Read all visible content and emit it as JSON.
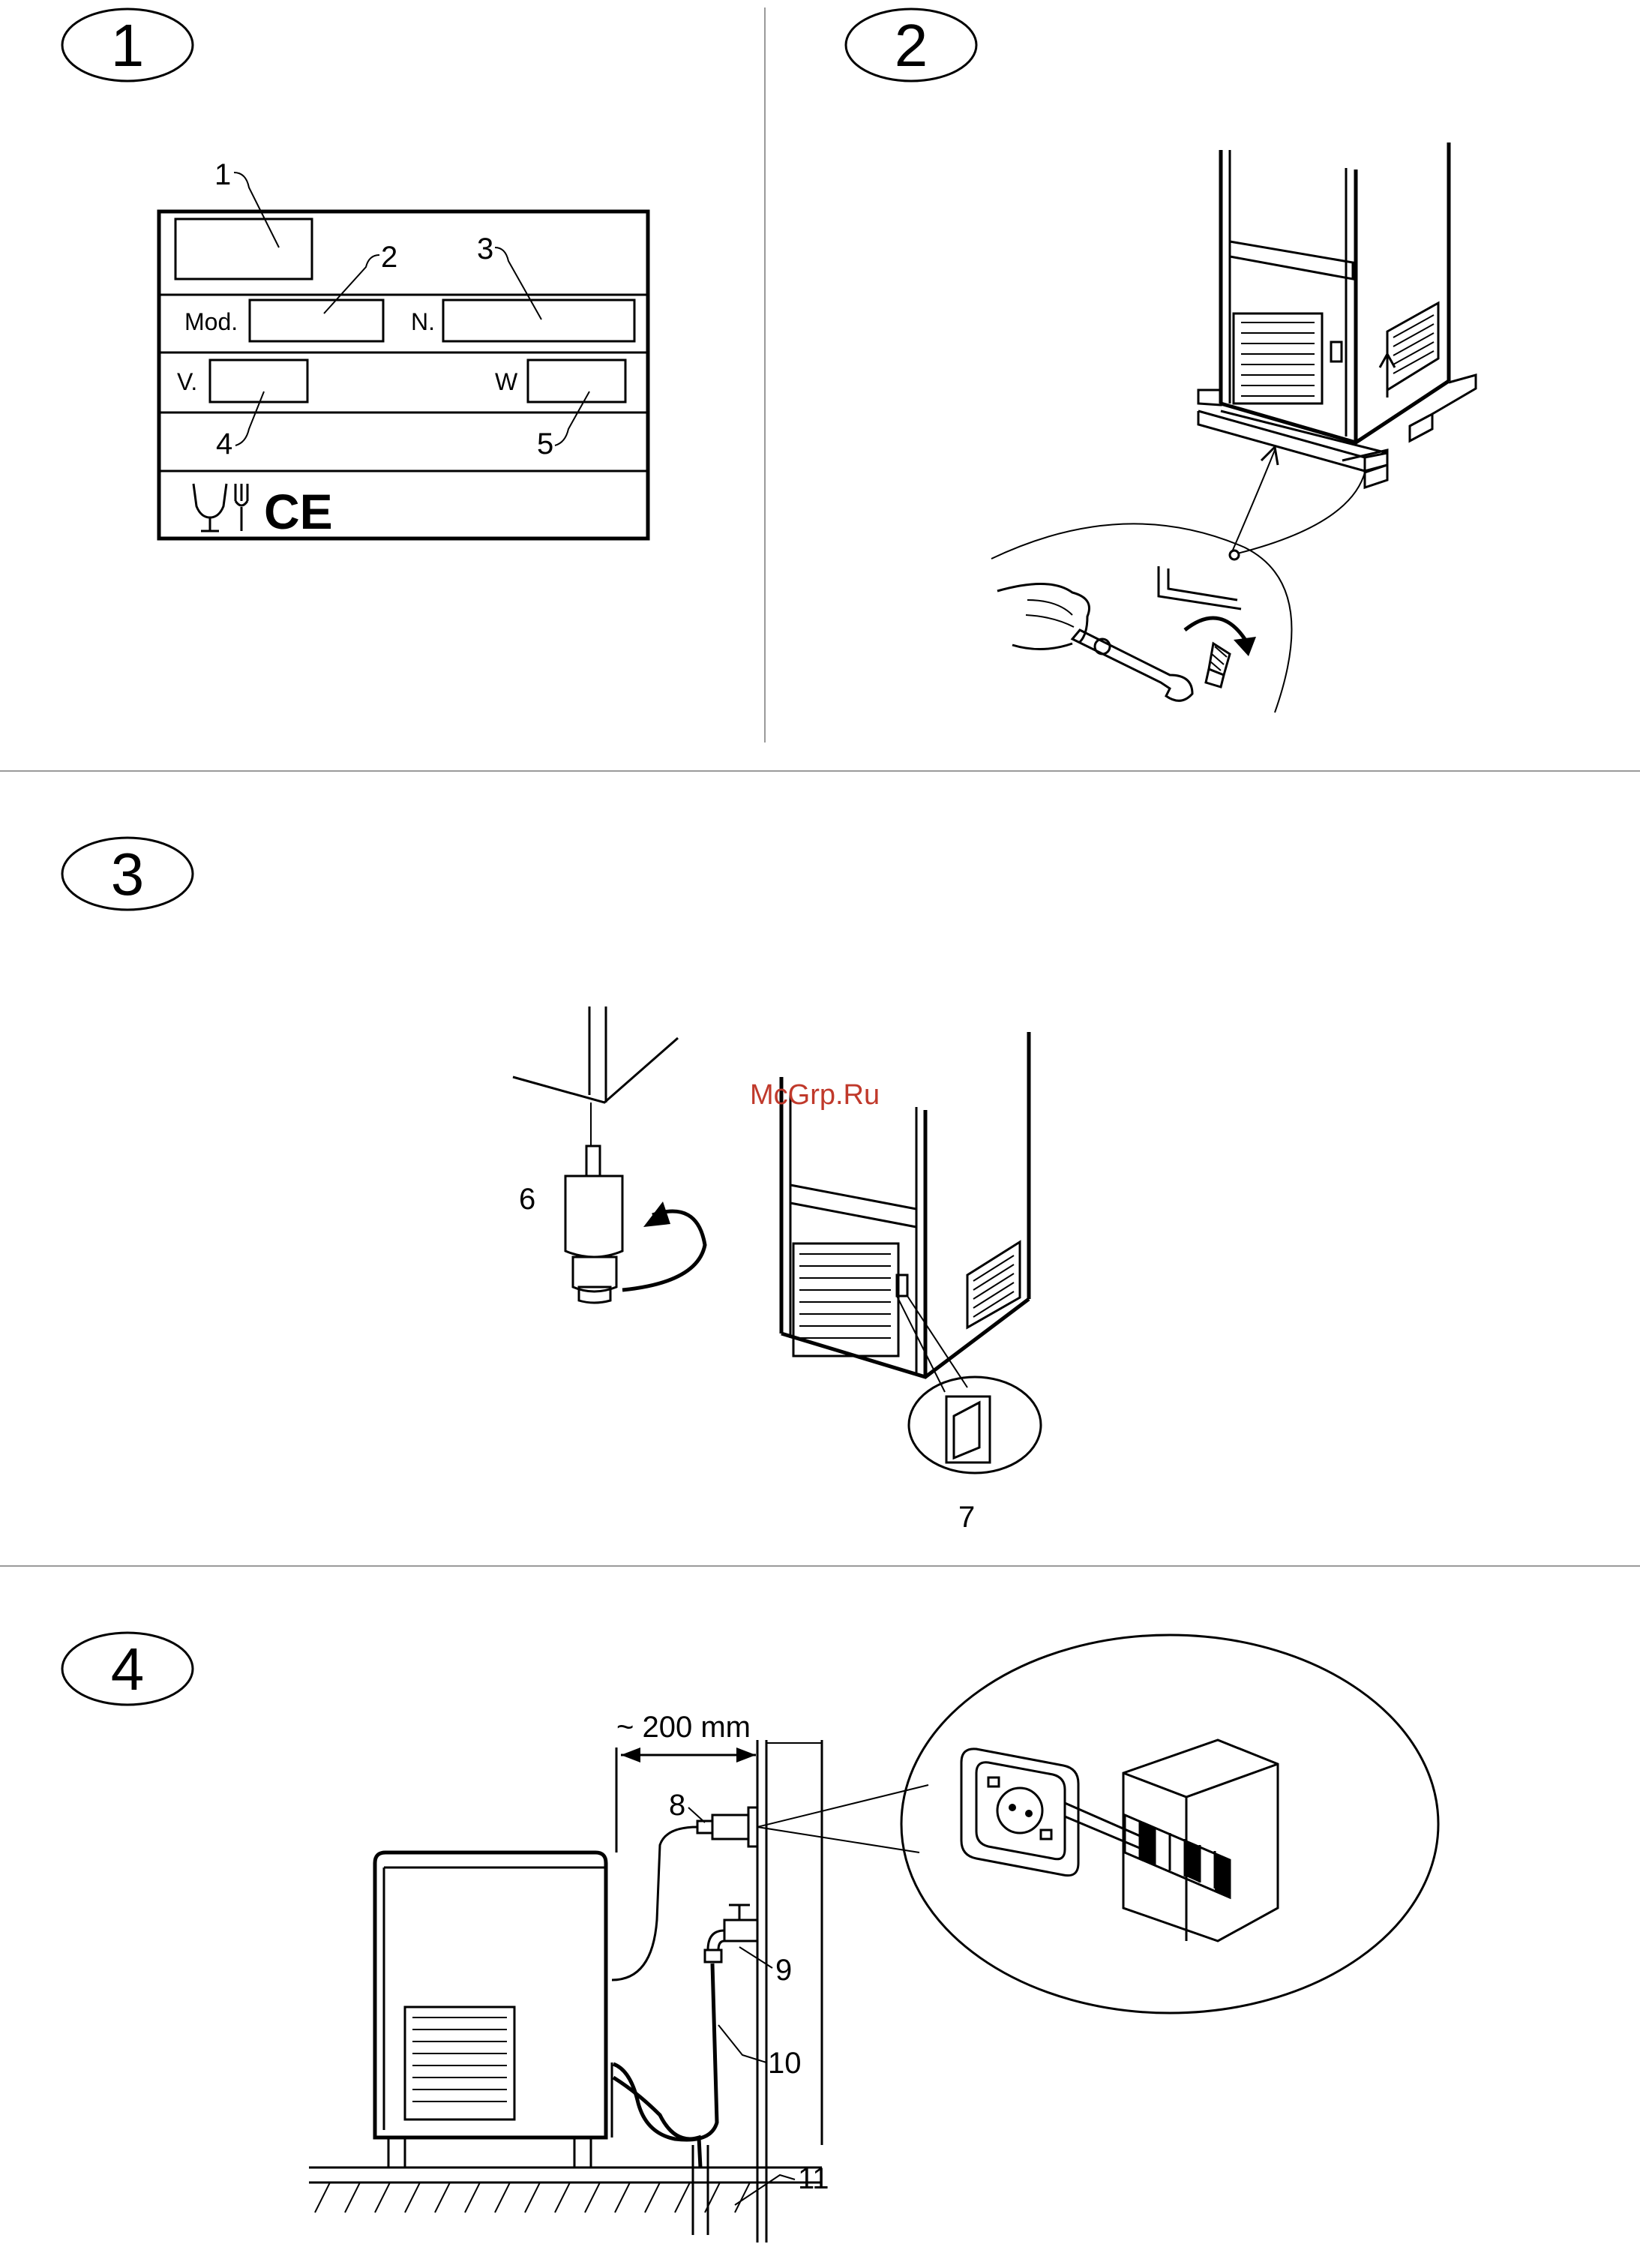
{
  "steps": [
    "1",
    "2",
    "3",
    "4"
  ],
  "rating_plate": {
    "callouts": [
      "1",
      "2",
      "3",
      "4",
      "5"
    ],
    "mod_label": "Mod.",
    "n_label": "N.",
    "v_label": "V.",
    "w_label": "W",
    "ce_mark": "CE"
  },
  "step3_callouts": [
    "6",
    "7"
  ],
  "watermark": "McGrp.Ru",
  "step4": {
    "dimension": "~ 200 mm",
    "callouts": [
      "8",
      "9",
      "10",
      "11"
    ]
  },
  "icons": [
    "food-safe-glass-fork-icon",
    "ce-mark-icon",
    "rotate-arrow-icon",
    "wrench-icon",
    "power-switch-icon",
    "socket-icon",
    "plug-icon",
    "water-tap-icon"
  ],
  "colors": {
    "line": "#000000",
    "background": "#ffffff",
    "watermark": "#c0392b",
    "rule": "#9a9a9a"
  }
}
